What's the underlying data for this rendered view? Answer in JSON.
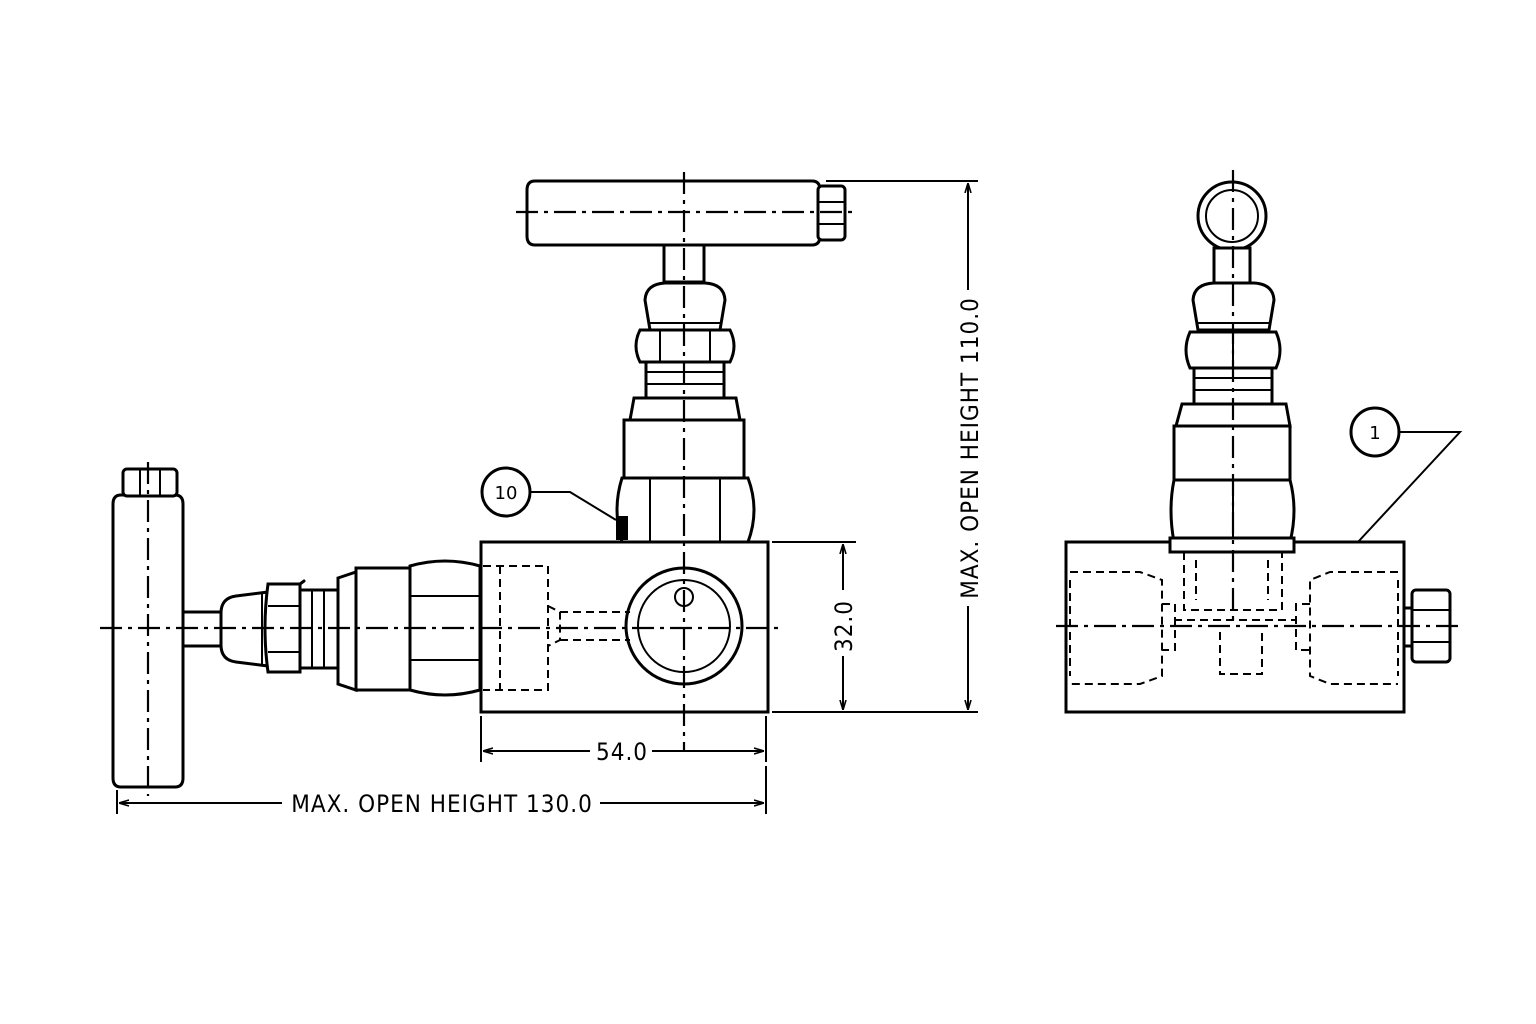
{
  "drawing": {
    "dimensions": {
      "overall_width": "MAX. OPEN HEIGHT 130.0",
      "overall_height": "MAX. OPEN HEIGHT 110.0",
      "body_width": "54.0",
      "body_height": "32.0"
    },
    "balloons": {
      "item_10": "10",
      "item_1": "1"
    },
    "colors": {
      "line": "#000000",
      "background": "#ffffff"
    }
  }
}
